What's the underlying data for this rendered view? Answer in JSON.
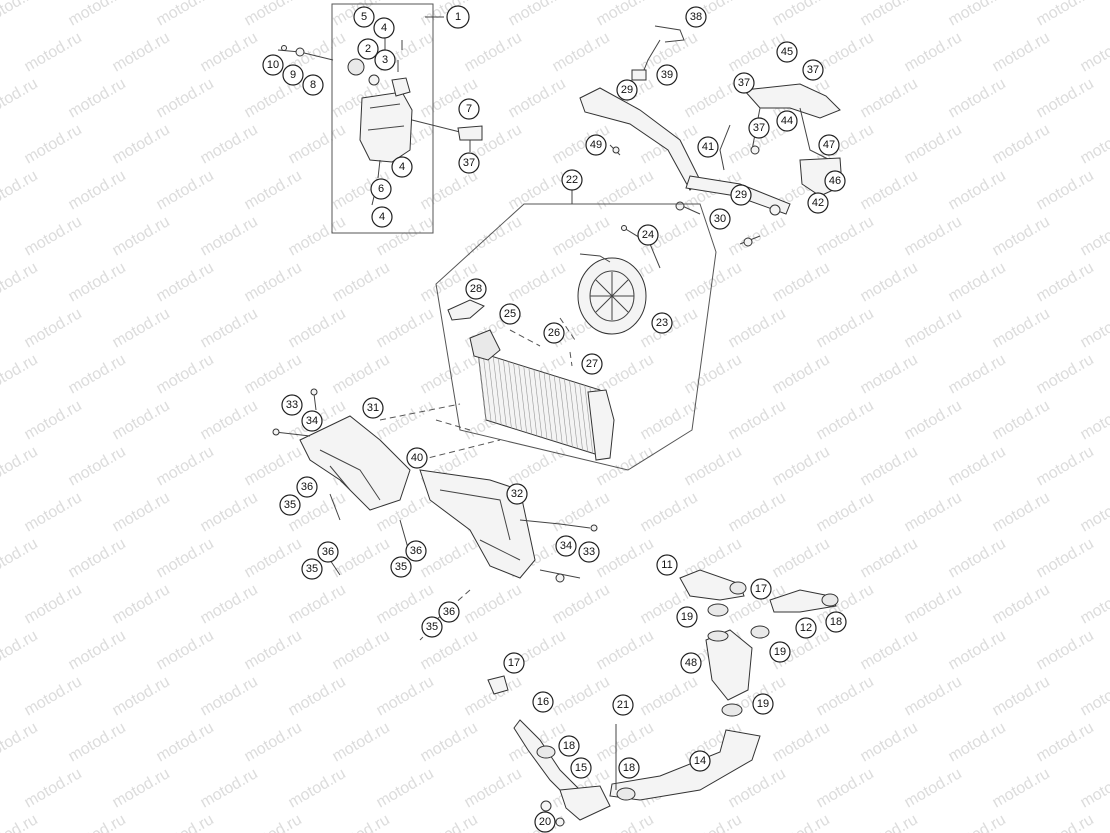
{
  "watermark": "motod.ru",
  "callouts": [
    {
      "id": "c1",
      "label": "1"
    },
    {
      "id": "c2",
      "label": "2"
    },
    {
      "id": "c3",
      "label": "3"
    },
    {
      "id": "c4a",
      "label": "4"
    },
    {
      "id": "c4b",
      "label": "4"
    },
    {
      "id": "c4c",
      "label": "4"
    },
    {
      "id": "c5",
      "label": "5"
    },
    {
      "id": "c6",
      "label": "6"
    },
    {
      "id": "c7",
      "label": "7"
    },
    {
      "id": "c8",
      "label": "8"
    },
    {
      "id": "c9",
      "label": "9"
    },
    {
      "id": "c10",
      "label": "10"
    },
    {
      "id": "c11",
      "label": "11"
    },
    {
      "id": "c12",
      "label": "12"
    },
    {
      "id": "c14",
      "label": "14"
    },
    {
      "id": "c15",
      "label": "15"
    },
    {
      "id": "c16",
      "label": "16"
    },
    {
      "id": "c17a",
      "label": "17"
    },
    {
      "id": "c17b",
      "label": "17"
    },
    {
      "id": "c18a",
      "label": "18"
    },
    {
      "id": "c18b",
      "label": "18"
    },
    {
      "id": "c18c",
      "label": "18"
    },
    {
      "id": "c19a",
      "label": "19"
    },
    {
      "id": "c19b",
      "label": "19"
    },
    {
      "id": "c19c",
      "label": "19"
    },
    {
      "id": "c20",
      "label": "20"
    },
    {
      "id": "c21",
      "label": "21"
    },
    {
      "id": "c22",
      "label": "22"
    },
    {
      "id": "c23",
      "label": "23"
    },
    {
      "id": "c24",
      "label": "24"
    },
    {
      "id": "c25",
      "label": "25"
    },
    {
      "id": "c26",
      "label": "26"
    },
    {
      "id": "c27",
      "label": "27"
    },
    {
      "id": "c28",
      "label": "28"
    },
    {
      "id": "c29a",
      "label": "29"
    },
    {
      "id": "c29b",
      "label": "29"
    },
    {
      "id": "c30",
      "label": "30"
    },
    {
      "id": "c31",
      "label": "31"
    },
    {
      "id": "c32",
      "label": "32"
    },
    {
      "id": "c33a",
      "label": "33"
    },
    {
      "id": "c33b",
      "label": "33"
    },
    {
      "id": "c34a",
      "label": "34"
    },
    {
      "id": "c34b",
      "label": "34"
    },
    {
      "id": "c35a",
      "label": "35"
    },
    {
      "id": "c35b",
      "label": "35"
    },
    {
      "id": "c35c",
      "label": "35"
    },
    {
      "id": "c35d",
      "label": "35"
    },
    {
      "id": "c36a",
      "label": "36"
    },
    {
      "id": "c36b",
      "label": "36"
    },
    {
      "id": "c36c",
      "label": "36"
    },
    {
      "id": "c36d",
      "label": "36"
    },
    {
      "id": "c37a",
      "label": "37"
    },
    {
      "id": "c37b",
      "label": "37"
    },
    {
      "id": "c37c",
      "label": "37"
    },
    {
      "id": "c37d",
      "label": "37"
    },
    {
      "id": "c38",
      "label": "38"
    },
    {
      "id": "c39",
      "label": "39"
    },
    {
      "id": "c40",
      "label": "40"
    },
    {
      "id": "c41",
      "label": "41"
    },
    {
      "id": "c42",
      "label": "42"
    },
    {
      "id": "c44",
      "label": "44"
    },
    {
      "id": "c45",
      "label": "45"
    },
    {
      "id": "c46",
      "label": "46"
    },
    {
      "id": "c47",
      "label": "47"
    },
    {
      "id": "c48",
      "label": "48"
    },
    {
      "id": "c49",
      "label": "49"
    }
  ]
}
